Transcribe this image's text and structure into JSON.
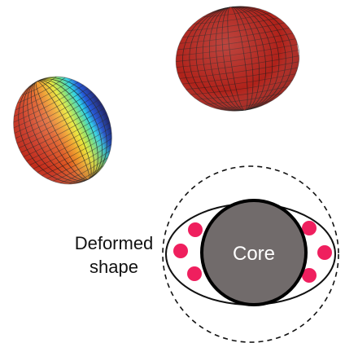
{
  "labels": {
    "deformed_shape_line1": "Deformed",
    "deformed_shape_line2": "shape",
    "core": "Core"
  },
  "colors": {
    "spheroid_red": "#c2281e",
    "spheroid_orange": "#f0a52a",
    "spheroid_yellow": "#e8e83a",
    "spheroid_cyan": "#2fd2e6",
    "spheroid_blue": "#1a2fc4",
    "spheroid_navy": "#141f8a",
    "mesh_line": "#1b1b1b",
    "core_fill": "#716b6b",
    "core_stroke": "#000000",
    "core_text": "#ffffff",
    "nucleon_dot": "#ef1f5e",
    "outline": "#111111"
  },
  "icons": {
    "left_spheroid": "prolate-deformed-spheroid-icon",
    "right_spheroid": "oblate-deformed-spheroid-icon",
    "dashed_circle": "spherical-reference-dashed-circle",
    "deformed_ellipse": "deformed-ellipse-outline"
  }
}
